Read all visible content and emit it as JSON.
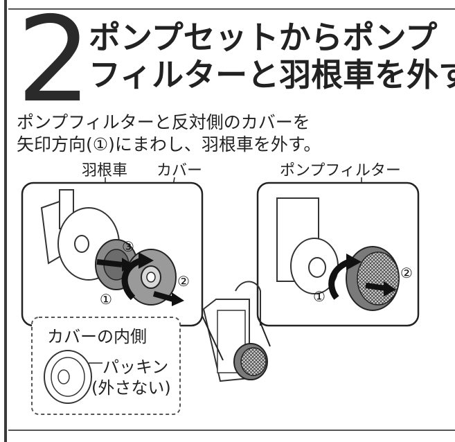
{
  "step": {
    "number": "2"
  },
  "title": {
    "line1": "ポンプセットからポンプ",
    "line2": "フィルターと羽根車を外す"
  },
  "description": {
    "line1": "ポンプフィルターと反対側のカバーを",
    "line2": "矢印方向(①)にまわし、羽根車を外す。"
  },
  "labels": {
    "impeller": "羽根車",
    "cover": "カバー",
    "pump_filter": "ポンプフィルター"
  },
  "inset": {
    "title": "カバーの内側",
    "gasket": "パッキン",
    "gasket_note": "(外さない)"
  },
  "markers": {
    "one": "①",
    "two": "②",
    "three": "③"
  }
}
